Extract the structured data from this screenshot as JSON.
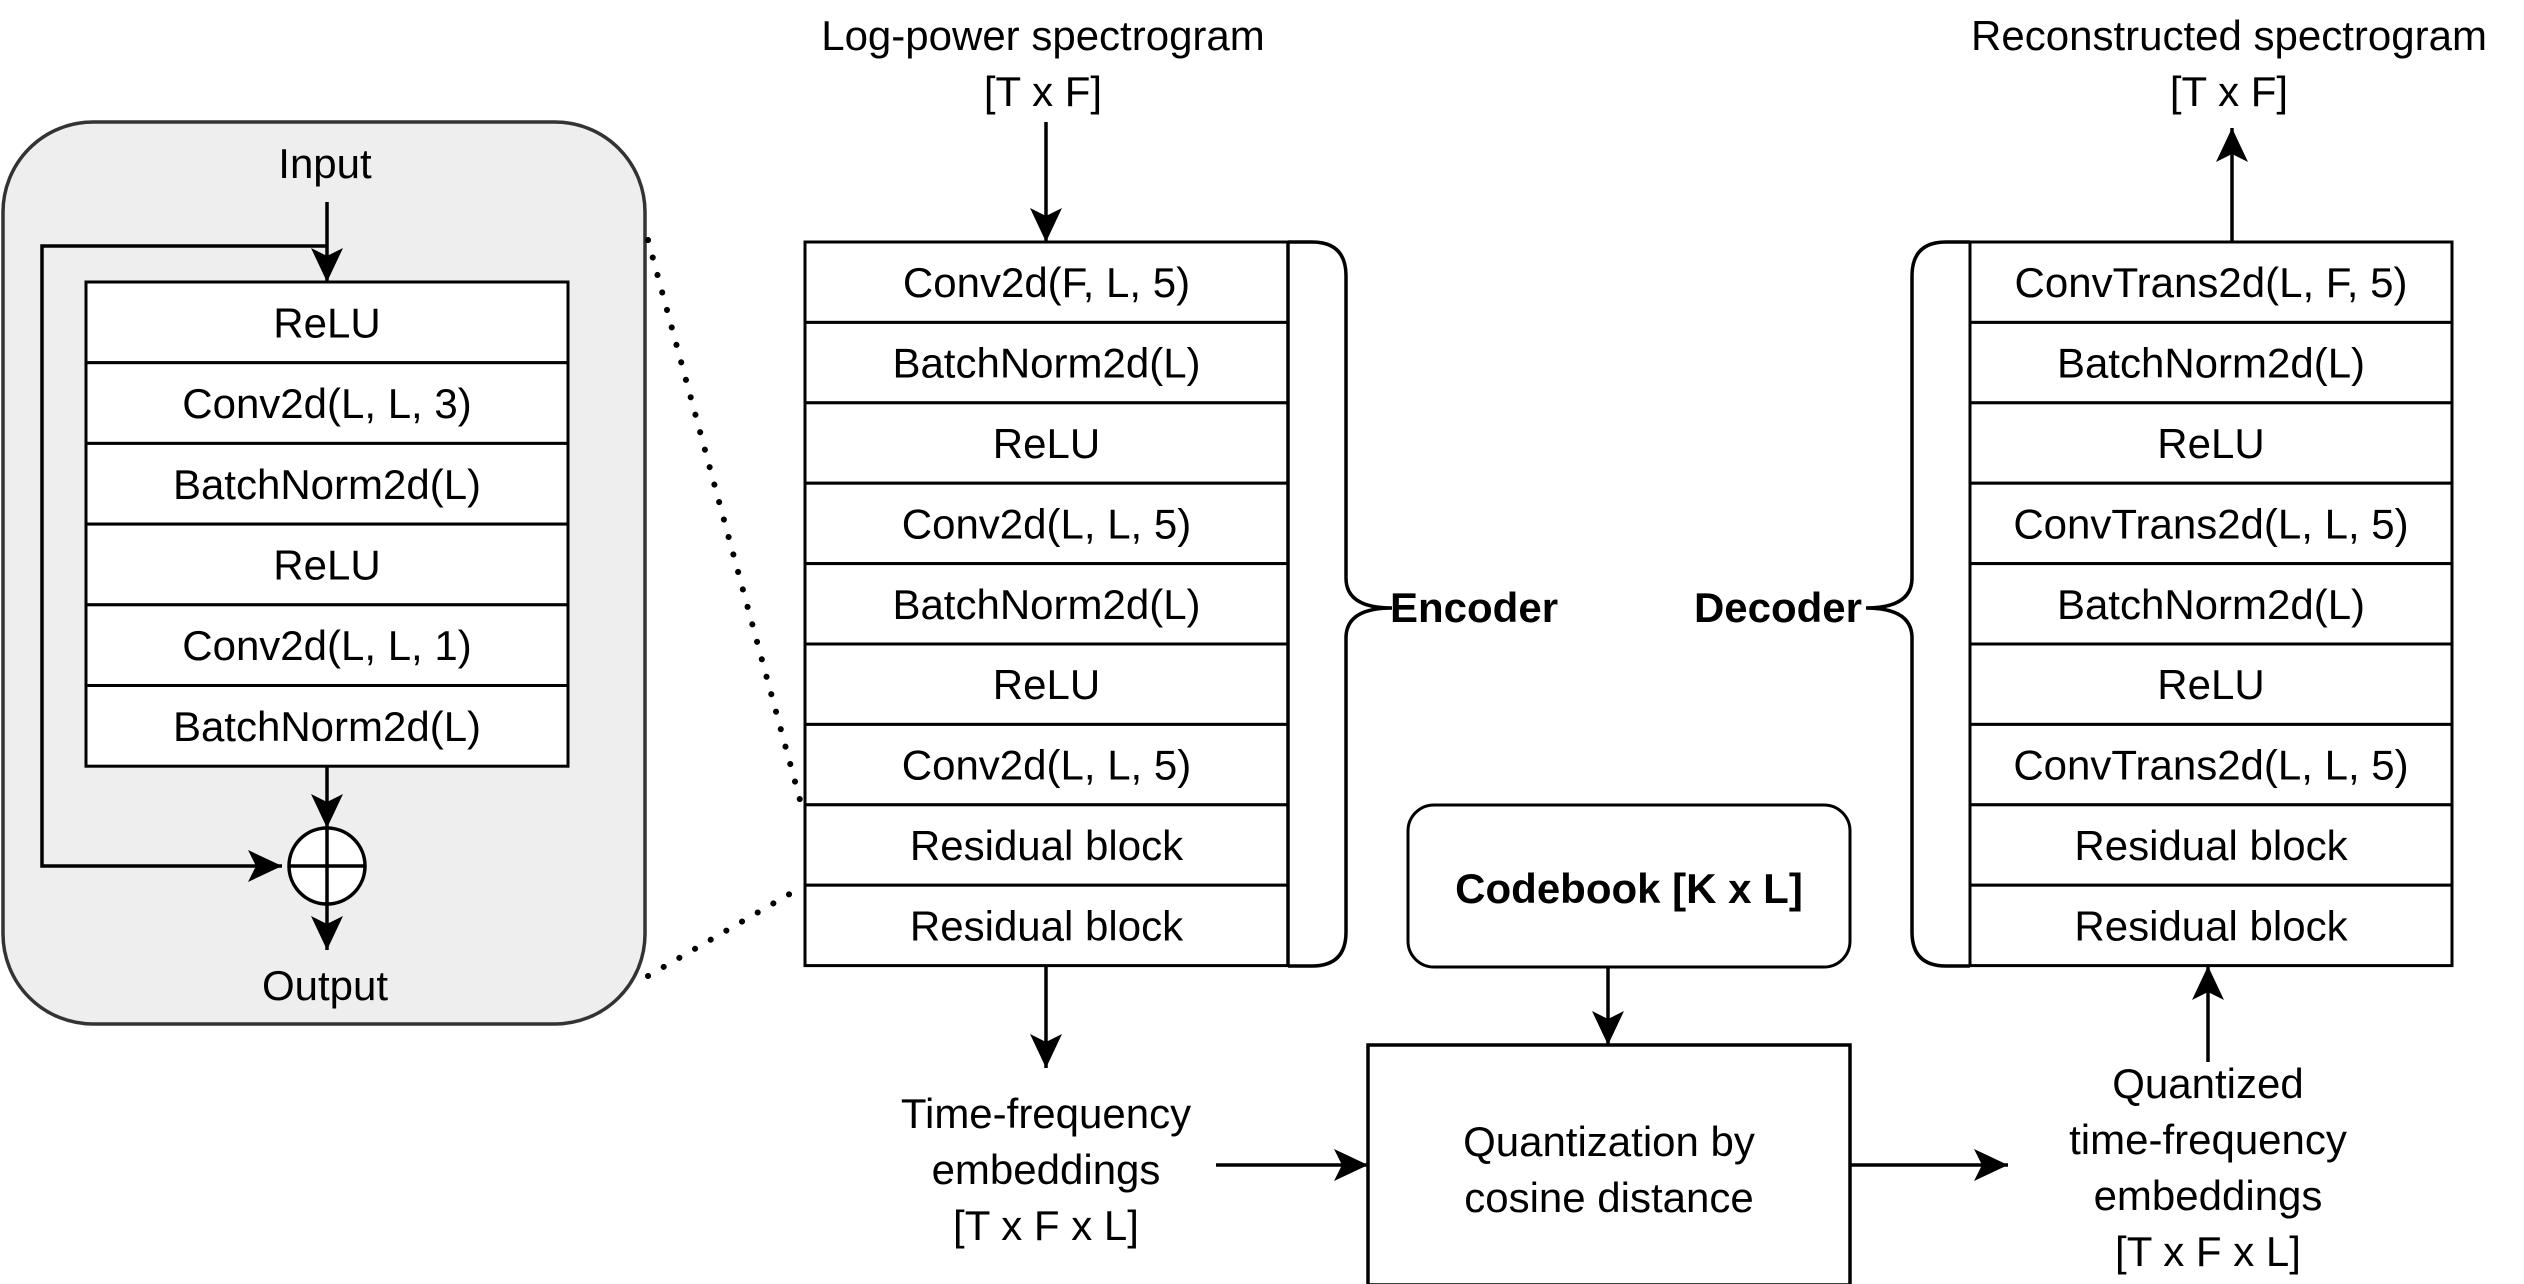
{
  "residual_block": {
    "input_label": "Input",
    "output_label": "Output",
    "layers": [
      "ReLU",
      "Conv2d(L, L, 3)",
      "BatchNorm2d(L)",
      "ReLU",
      "Conv2d(L, L, 1)",
      "BatchNorm2d(L)"
    ]
  },
  "encoder": {
    "input_label_line1": "Log-power spectrogram",
    "input_label_line2": "[T x F]",
    "title": "Encoder",
    "layers": [
      "Conv2d(F, L, 5)",
      "BatchNorm2d(L)",
      "ReLU",
      "Conv2d(L, L, 5)",
      "BatchNorm2d(L)",
      "ReLU",
      "Conv2d(L, L, 5)",
      "Residual block",
      "Residual block"
    ]
  },
  "decoder": {
    "output_label_line1": "Reconstructed spectrogram",
    "output_label_line2": "[T x F]",
    "title": "Decoder",
    "layers": [
      "ConvTrans2d(L, F, 5)",
      "BatchNorm2d(L)",
      "ReLU",
      "ConvTrans2d(L, L, 5)",
      "BatchNorm2d(L)",
      "ReLU",
      "ConvTrans2d(L, L, 5)",
      "Residual block",
      "Residual block"
    ]
  },
  "codebook": {
    "label": "Codebook [K x L]"
  },
  "quantization": {
    "line1": "Quantization by",
    "line2": "cosine distance"
  },
  "embeddings": {
    "line1": "Time-frequency",
    "line2": "embeddings",
    "line3": "[T x F x L]"
  },
  "quantized": {
    "line1": "Quantized",
    "line2": "time-frequency",
    "line3": "embeddings",
    "line4": "[T x F x L]"
  }
}
